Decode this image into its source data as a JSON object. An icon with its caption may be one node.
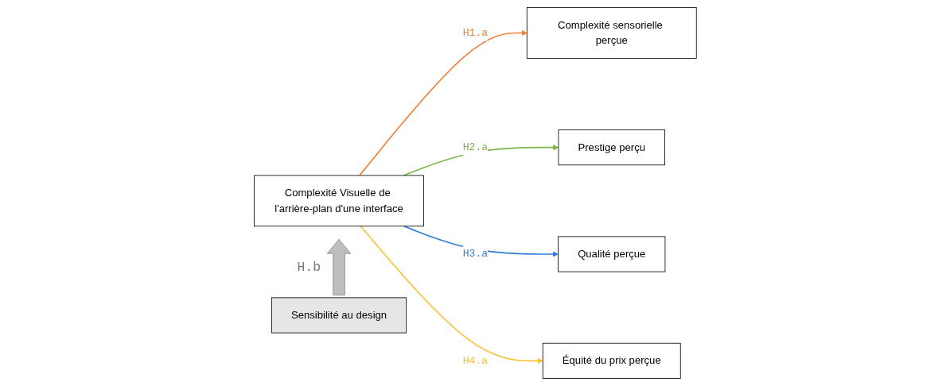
{
  "diagram": {
    "nodes": [
      {
        "text": [
          "Complexité Visuelle de l'arrière-plan d'une interface"
        ]
      },
      {
        "text": [
          "Complexité sensorielle perçue"
        ]
      },
      {
        "text": [
          "Prestige perçu"
        ]
      },
      {
        "text": [
          "Qualité perçue"
        ]
      },
      {
        "text": [
          "Équité du prix perçue"
        ]
      },
      {
        "text": [
          "Sensibilité au design"
        ]
      }
    ],
    "edges": [
      {
        "from": 0,
        "to": 1,
        "arrow": "to",
        "label": "H1.a",
        "color": "#f0813a"
      },
      {
        "from": 0,
        "to": 2,
        "arrow": "to",
        "label": "H2.a",
        "color": "#7ab648"
      },
      {
        "from": 0,
        "to": 3,
        "arrow": "to",
        "label": "H3.a",
        "color": "#2f7ed8"
      },
      {
        "from": 0,
        "to": 4,
        "arrow": "to",
        "label": "H4.a",
        "color": "#f7c131"
      },
      {
        "from": 5,
        "to": null,
        "arrow": "to",
        "label": "H.b",
        "style": "thick",
        "color": "#bdbdbd"
      }
    ]
  }
}
